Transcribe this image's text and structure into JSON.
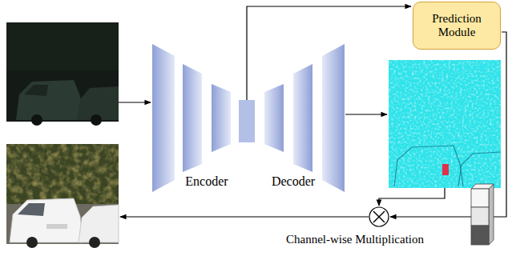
{
  "diagram": {
    "nodes": [
      {
        "text": [
          "Prediction Module"
        ]
      }
    ],
    "labels": [
      "Encoder",
      "Decoder",
      "Channel-wise Multiplication"
    ]
  }
}
